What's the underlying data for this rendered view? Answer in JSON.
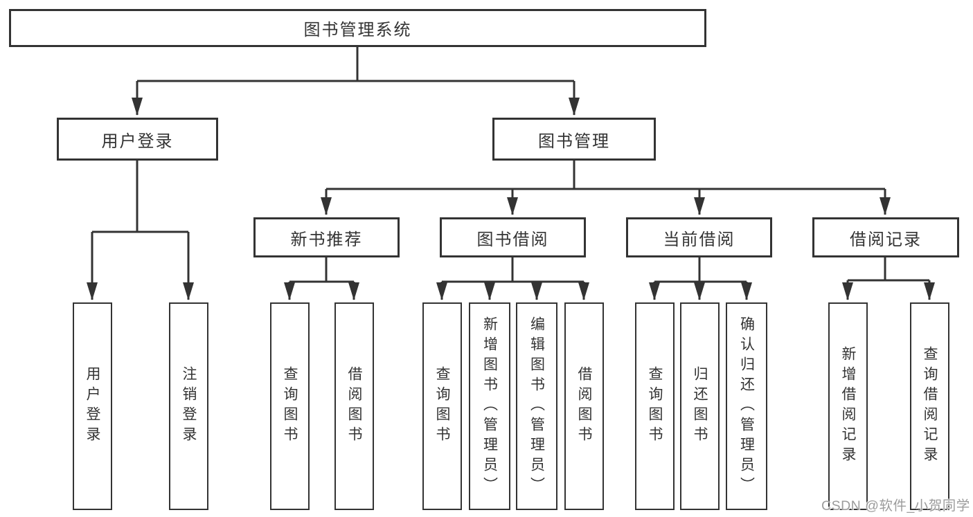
{
  "tree": {
    "root": "图书管理系统",
    "branches": [
      {
        "label": "用户登录",
        "children": [
          "用户登录",
          "注销登录"
        ]
      },
      {
        "label": "图书管理",
        "children": [
          {
            "label": "新书推荐",
            "children": [
              "查询图书",
              "借阅图书"
            ]
          },
          {
            "label": "图书借阅",
            "children": [
              "查询图书",
              "新增图书（管理员）",
              "编辑图书（管理员）",
              "借阅图书"
            ]
          },
          {
            "label": "当前借阅",
            "children": [
              "查询图书",
              "归还图书",
              "确认归还（管理员）"
            ]
          },
          {
            "label": "借阅记录",
            "children": [
              "新增借阅记录",
              "查询借阅记录"
            ]
          }
        ]
      }
    ]
  },
  "watermark": "CSDN @软件_小贺同学",
  "colors": {
    "line": "#333333",
    "text": "#333333",
    "box_fill": "#ffffff",
    "watermark": "#9c9c9c",
    "background": "#ffffff"
  }
}
